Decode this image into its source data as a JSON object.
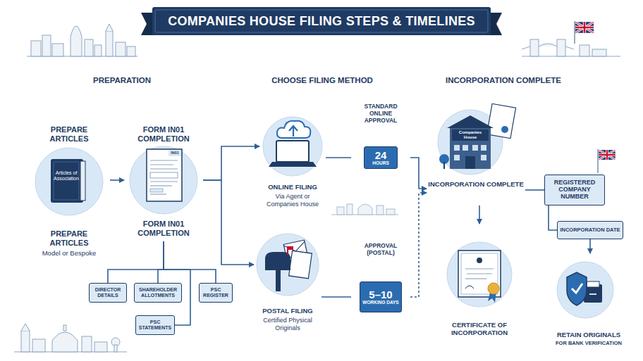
{
  "diagram": {
    "title": "COMPANIES HOUSE FILING STEPS & TIMELINES",
    "nodes": [
      {
        "text": [
          "PREPARE ARTICLES",
          "PREPARE ARTICLES",
          "Model or Bespoke"
        ]
      },
      {
        "text": [
          "FORM IN01 COMPLETION",
          "FORM IN01 COMPLETION"
        ]
      },
      {
        "text": [
          "DIRECTOR DETAILS"
        ]
      },
      {
        "text": [
          "SHAREHOLDER ALLOTMENTS"
        ]
      },
      {
        "text": [
          "PSC REGISTER"
        ]
      },
      {
        "text": [
          "PSC STATEMENTS"
        ]
      },
      {
        "text": [
          "ONLINE FILING",
          "Via Agent or Companies House"
        ]
      },
      {
        "text": [
          "POSTAL FILING",
          "Certified Physical Originals"
        ]
      },
      {
        "text": [
          "STANDARD ONLINE APPROVAL",
          "24",
          "HOURS"
        ]
      },
      {
        "text": [
          "APPROVAL (POSTAL)",
          "5–10",
          "WORKING DAYS"
        ]
      },
      {
        "text": [
          "INCORPORATION COMPLETE"
        ]
      },
      {
        "text": [
          "REGISTERED COMPANY NUMBER"
        ]
      },
      {
        "text": [
          "INCORPORATION DATE"
        ]
      },
      {
        "text": [
          "CERTIFICATE OF INCORPORATION"
        ]
      },
      {
        "text": [
          "RETAIN ORIGINALS",
          "FOR BANK VERIFICATION"
        ]
      }
    ],
    "edges": [
      {
        "from": 0,
        "to": 1,
        "arrow": "to"
      },
      {
        "from": 1,
        "to": 2,
        "arrow": "none"
      },
      {
        "from": 1,
        "to": 3,
        "arrow": "none"
      },
      {
        "from": 1,
        "to": 4,
        "arrow": "none"
      },
      {
        "from": 1,
        "to": 5,
        "arrow": "none"
      },
      {
        "from": 1,
        "to": 6,
        "arrow": "to"
      },
      {
        "from": 1,
        "to": 7,
        "arrow": "to"
      },
      {
        "from": 6,
        "to": 8,
        "arrow": "none"
      },
      {
        "from": 7,
        "to": 9,
        "arrow": "none"
      },
      {
        "from": 8,
        "to": 10,
        "arrow": "to"
      },
      {
        "from": 9,
        "to": 10,
        "arrow": "to"
      },
      {
        "from": 10,
        "to": 11,
        "arrow": "none"
      },
      {
        "from": 11,
        "to": 12,
        "arrow": "none"
      },
      {
        "from": 10,
        "to": 13,
        "arrow": "to"
      },
      {
        "from": 12,
        "to": 14,
        "arrow": "to"
      }
    ],
    "labels": [
      "PREPARATION",
      "CHOOSE FILING METHOD",
      "INCORPORATION COMPLETE",
      "Articles of Association",
      "IN01",
      "Companies House"
    ]
  }
}
